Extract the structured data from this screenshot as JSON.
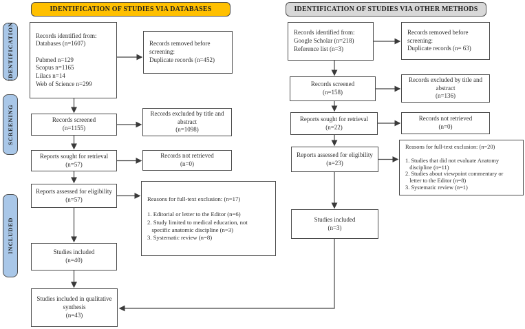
{
  "headers": {
    "databases": "IDENTIFICATION OF STUDIES VIA DATABASES",
    "other_methods": "IDENTIFICATION OF STUDIES VIA OTHER METHODS"
  },
  "sidebar": {
    "identification": "IDENTIFICATION",
    "screening": "SCREENING",
    "included": "INCLUDED"
  },
  "colors": {
    "header_databases_bg": "#FFC000",
    "header_other_bg": "#D8D8D8",
    "sidebar_bg": "#A9C7E8",
    "box_border": "#4a4a4a",
    "arrow": "#454545"
  },
  "databases_column": {
    "records_identified": "Records identified from:\nDatabases (n=1607)\n\nPubmed n=129\nScopus n=1165\nLilacs n=14\nWeb of Science n=299",
    "records_removed": "Records removed before\nscreening:\nDuplicate records (n=452)",
    "records_screened": "Records screened\n(n=1155)",
    "records_excluded": "Records excluded by title and\nabstract\n(n=1098)",
    "reports_sought": "Reports sought for retrieval\n(n=57)",
    "records_not_retrieved": "Records not retrieved\n(n=0)",
    "reports_assessed": "Reports assessed for eligibility\n(n=57)",
    "exclusion_reasons": "Reasons for full-text exclusion: (n=17)\n\n1. Editorial or letter to the Editor (n=6)\n2. Study limited to medical education, not\n   specific anatomic discipline (n=3)\n3. Systematic review (n=8)",
    "studies_included": "Studies included\n(n=40)",
    "studies_included_synthesis": "Studies included in qualitative\nsynthesis\n(n=43)"
  },
  "other_methods_column": {
    "records_identified": "Records identified from:\nGoogle Scholar (n=218)\nReference list (n=3)",
    "records_removed": "Records removed before\nscreening:\nDuplicate records (n= 63)",
    "records_screened": "Records screened\n(n=158)",
    "records_excluded": "Records excluded by title and\nabstract\n(n=136)",
    "reports_sought": "Reports sought for retrieval\n(n=22)",
    "records_not_retrieved": "Records not retrieved\n(n=0)",
    "reports_assessed": "Reports assessed for eligibility\n(n=23)",
    "exclusion_reasons": "Reasons for full-text exclusion: (n=20)\n\n1. Studies that did not evaluate Anatomy\n   discipline (n=11)\n2. Studies about viewpoint commentary or\n   letter to the Editor (n=8)\n3. Systematic review (n=1)",
    "studies_included": "Studies included\n(n=3)"
  }
}
